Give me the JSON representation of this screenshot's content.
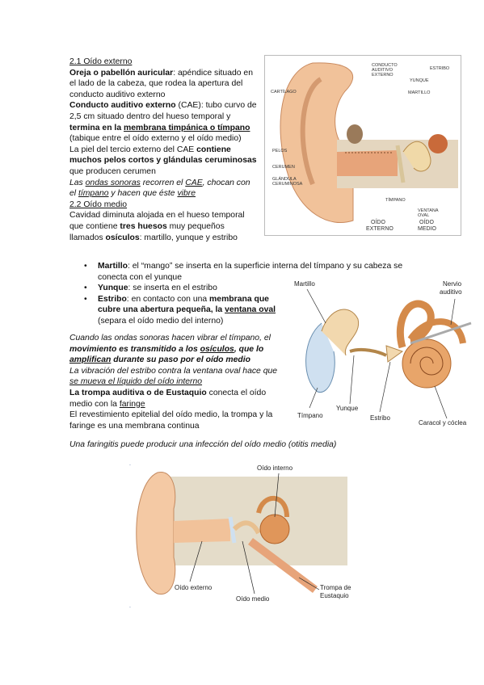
{
  "sec1": {
    "heading": "2.1 Oído externo",
    "pinna_term": "Oreja o pabellón auricular",
    "pinna_def": ": apéndice situado en el lado de la cabeza, que rodea la apertura del conducto auditivo externo",
    "cae_term": "Conducto auditivo externo",
    "cae_abbr": " (CAE)",
    "cae_def1": ": tubo curvo de 2,5 cm situado dentro del hueso temporal y ",
    "cae_def2": "termina en la ",
    "cae_membrane": "membrana timpánica o tímpano",
    "cae_def3": " (tabique entre el oído externo y el oído medio)",
    "skin_a": "La piel del tercio externo del CAE ",
    "skin_b": "contiene muchos pelos cortos y glándulas ceruminosas",
    "skin_c": " que producen cerumen",
    "waves_1": "Las ",
    "waves_2": "ondas sonoras",
    "waves_3": " recorren el ",
    "waves_4": "CAE",
    "waves_5": ", chocan con el ",
    "waves_6": "tímpano",
    "waves_7": " y hacen que éste ",
    "waves_8": "vibre"
  },
  "sec2": {
    "heading": "2.2 Oído medio",
    "cav_1": "Cavidad diminuta alojada en el hueso temporal que contiene ",
    "cav_2": "tres huesos",
    "cav_3": " muy pequeños llamados ",
    "cav_4": "osículos",
    "cav_5": ": martillo, yunque y estribo",
    "bullets": [
      {
        "term": "Martillo",
        "text": ": el “mango” se inserta en la superficie interna del tímpano y su cabeza se conecta con el yunque"
      },
      {
        "term": "Yunque",
        "text": ": se inserta en el estribo"
      },
      {
        "term": "Estribo",
        "text": ": en contacto con una ",
        "bold": "membrana que cubre una abertura pequeña, la ",
        "u": "ventana oval",
        "tail": " (separa el oído medio del interno)"
      }
    ],
    "vib_1": "Cuando las ondas sonoras hacen vibrar el tímpano, el ",
    "vib_2": "movimiento es transmitido a los ",
    "vib_3": "osículos",
    "vib_4": ", que lo ",
    "vib_5": "amplifican",
    "vib_6": " durante su paso por el oído medio",
    "stir_1": "La vibración del estribo contra la ventana oval hace que ",
    "stir_2": "se mueva el líquido del oído interno",
    "trompa_1": "La trompa auditiva o de Eustaquio",
    "trompa_2": " conecta el oído medio con la ",
    "trompa_3": "faringe",
    "lining": "El revestimiento epitelial del oído medio, la trompa y la faringe es una membrana continua",
    "otitis": "Una faringitis puede producir una infección del oído medio (otitis media)"
  },
  "fig1": {
    "labels": {
      "conducto": [
        "CONDUCTO",
        "AUDITIVO",
        "EXTERNO"
      ],
      "estribo": "ESTRIBO",
      "yunque": "YUNQUE",
      "martillo": "MARTILLO",
      "cartilago": "CARTÍLAGO",
      "pelos": "PELOS",
      "cerumen": "CERUMEN",
      "glandula": [
        "GLÁNDULA",
        "CERUMINOSA"
      ],
      "timpano": "TÍMPANO",
      "ventana": [
        "VENTANA",
        "OVAL"
      ],
      "oido_externo": [
        "OÍDO",
        "EXTERNO"
      ],
      "oido_medio": [
        "OÍDO",
        "MEDIO"
      ]
    }
  },
  "fig2": {
    "labels": {
      "martillo": "Martillo",
      "nervio": [
        "Nervio",
        "auditivo"
      ],
      "timpano": "Tímpano",
      "yunque": "Yunque",
      "estribo": "Estribo",
      "caracol": "Caracol y cóclea"
    }
  },
  "fig3": {
    "labels": {
      "interno": "Oído interno",
      "externo": "Oído externo",
      "medio": "Oído medio",
      "trompa": [
        "Trompa de",
        "Eustaquio"
      ]
    }
  },
  "colors": {
    "skin": "#f3c8a0",
    "flesh": "#e39a6a",
    "bone": "#e8dcc4",
    "cochlea": "#d98b50",
    "blue": "#5aa0d8"
  }
}
